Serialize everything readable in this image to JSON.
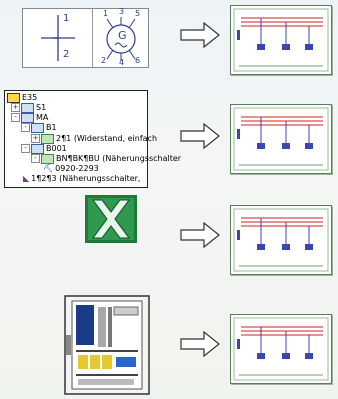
{
  "symbol": {
    "switch_pin_top": "1",
    "switch_pin_bottom": "2",
    "gen_letter": "G",
    "gen_pins": [
      "1",
      "3",
      "5",
      "2",
      "4",
      "6"
    ]
  },
  "tree": {
    "lines": [
      {
        "indent": 0,
        "expander": "",
        "icon": "blue",
        "text": "E35"
      },
      {
        "indent": 1,
        "expander": "+",
        "icon": "blue",
        "text": "S1"
      },
      {
        "indent": 1,
        "expander": "-",
        "icon": "blue",
        "text": "MA"
      },
      {
        "indent": 2,
        "expander": "-",
        "icon": "blue",
        "text": "B1"
      },
      {
        "indent": 3,
        "expander": "+",
        "icon": "green",
        "text": "2¶1 (Widerstand, einfach"
      },
      {
        "indent": 2,
        "expander": "-",
        "icon": "blue",
        "text": "B001"
      },
      {
        "indent": 3,
        "expander": "-",
        "icon": "green",
        "text": "BN¶BK¶BU (Näherungsschalter"
      },
      {
        "indent": 4,
        "expander": "",
        "icon": "none",
        "text": "0920-2293"
      },
      {
        "indent": 3,
        "expander": "",
        "icon": "none",
        "text": "1¶2¶3 (Näherungsschalter,"
      }
    ]
  },
  "excel": {
    "letter": "X"
  },
  "colors": {
    "arrow": "#ffffff",
    "excel_green": "#1f7a3a",
    "schematic_red": "#d02020",
    "schematic_blue": "#3b46b0"
  }
}
